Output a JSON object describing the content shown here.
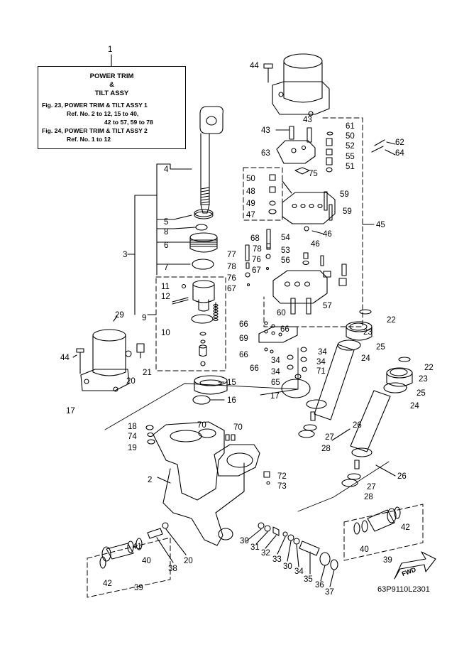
{
  "info_box": {
    "callout": "1",
    "title_line1": "POWER TRIM",
    "title_line2": "&",
    "title_line3": "TILT ASSY",
    "ref_lines": [
      "Fig. 23, POWER TRIM & TILT ASSY 1",
      "Ref. No. 2 to 12, 15 to 40,",
      "42 to 57, 59 to 78",
      "Fig. 24, POWER TRIM & TILT ASSY 2",
      "Ref. No. 1 to 12"
    ]
  },
  "diagram_code": "63P9110L2301",
  "fwd_label": "FWD",
  "part_labels": [
    {
      "id": "44a",
      "text": "44"
    },
    {
      "id": "43a",
      "text": "43"
    },
    {
      "id": "43b",
      "text": "43"
    },
    {
      "id": "63",
      "text": "63"
    },
    {
      "id": "75",
      "text": "75"
    },
    {
      "id": "61",
      "text": "61"
    },
    {
      "id": "50a",
      "text": "50"
    },
    {
      "id": "52",
      "text": "52"
    },
    {
      "id": "55",
      "text": "55"
    },
    {
      "id": "51",
      "text": "51"
    },
    {
      "id": "62",
      "text": "62"
    },
    {
      "id": "64",
      "text": "64"
    },
    {
      "id": "50b",
      "text": "50"
    },
    {
      "id": "48",
      "text": "48"
    },
    {
      "id": "49",
      "text": "49"
    },
    {
      "id": "47",
      "text": "47"
    },
    {
      "id": "59a",
      "text": "59"
    },
    {
      "id": "59b",
      "text": "59"
    },
    {
      "id": "46a",
      "text": "46"
    },
    {
      "id": "46b",
      "text": "46"
    },
    {
      "id": "45",
      "text": "45"
    },
    {
      "id": "54",
      "text": "54"
    },
    {
      "id": "68",
      "text": "68"
    },
    {
      "id": "53",
      "text": "53"
    },
    {
      "id": "78a",
      "text": "78"
    },
    {
      "id": "77",
      "text": "77"
    },
    {
      "id": "76a",
      "text": "76"
    },
    {
      "id": "56",
      "text": "56"
    },
    {
      "id": "78b",
      "text": "78"
    },
    {
      "id": "67a",
      "text": "67"
    },
    {
      "id": "76b",
      "text": "76"
    },
    {
      "id": "67b",
      "text": "67"
    },
    {
      "id": "57",
      "text": "57"
    },
    {
      "id": "60",
      "text": "60"
    },
    {
      "id": "66a",
      "text": "66"
    },
    {
      "id": "66b",
      "text": "66"
    },
    {
      "id": "69",
      "text": "69"
    },
    {
      "id": "66c",
      "text": "66"
    },
    {
      "id": "66d",
      "text": "66"
    },
    {
      "id": "34a",
      "text": "34"
    },
    {
      "id": "34b",
      "text": "34"
    },
    {
      "id": "34c",
      "text": "34"
    },
    {
      "id": "34d",
      "text": "34"
    },
    {
      "id": "71",
      "text": "71"
    },
    {
      "id": "65",
      "text": "65"
    },
    {
      "id": "17b",
      "text": "17"
    },
    {
      "id": "22a",
      "text": "22"
    },
    {
      "id": "23a",
      "text": "23"
    },
    {
      "id": "25a",
      "text": "25"
    },
    {
      "id": "24a",
      "text": "24"
    },
    {
      "id": "22b",
      "text": "22"
    },
    {
      "id": "23b",
      "text": "23"
    },
    {
      "id": "25b",
      "text": "25"
    },
    {
      "id": "24b",
      "text": "24"
    },
    {
      "id": "26a",
      "text": "26"
    },
    {
      "id": "27a",
      "text": "27"
    },
    {
      "id": "28a",
      "text": "28"
    },
    {
      "id": "26b",
      "text": "26"
    },
    {
      "id": "27b",
      "text": "27"
    },
    {
      "id": "28b",
      "text": "28"
    },
    {
      "id": "4",
      "text": "4"
    },
    {
      "id": "3",
      "text": "3"
    },
    {
      "id": "5",
      "text": "5"
    },
    {
      "id": "8",
      "text": "8"
    },
    {
      "id": "6",
      "text": "6"
    },
    {
      "id": "7",
      "text": "7"
    },
    {
      "id": "11",
      "text": "11"
    },
    {
      "id": "12",
      "text": "12"
    },
    {
      "id": "9",
      "text": "9"
    },
    {
      "id": "10",
      "text": "10"
    },
    {
      "id": "29",
      "text": "29"
    },
    {
      "id": "44b",
      "text": "44"
    },
    {
      "id": "20a",
      "text": "20"
    },
    {
      "id": "21",
      "text": "21"
    },
    {
      "id": "15",
      "text": "15"
    },
    {
      "id": "16",
      "text": "16"
    },
    {
      "id": "17a",
      "text": "17"
    },
    {
      "id": "18",
      "text": "18"
    },
    {
      "id": "74",
      "text": "74"
    },
    {
      "id": "19",
      "text": "19"
    },
    {
      "id": "70a",
      "text": "70"
    },
    {
      "id": "70b",
      "text": "70"
    },
    {
      "id": "72",
      "text": "72"
    },
    {
      "id": "73",
      "text": "73"
    },
    {
      "id": "2",
      "text": "2"
    },
    {
      "id": "30a",
      "text": "30"
    },
    {
      "id": "31",
      "text": "31"
    },
    {
      "id": "32",
      "text": "32"
    },
    {
      "id": "33",
      "text": "33"
    },
    {
      "id": "30b",
      "text": "30"
    },
    {
      "id": "34e",
      "text": "34"
    },
    {
      "id": "35",
      "text": "35"
    },
    {
      "id": "36",
      "text": "36"
    },
    {
      "id": "37",
      "text": "37"
    },
    {
      "id": "38",
      "text": "38"
    },
    {
      "id": "20b",
      "text": "20"
    },
    {
      "id": "40a",
      "text": "40"
    },
    {
      "id": "41",
      "text": "41"
    },
    {
      "id": "42a",
      "text": "42"
    },
    {
      "id": "39a",
      "text": "39"
    },
    {
      "id": "42b",
      "text": "42"
    },
    {
      "id": "40b",
      "text": "40"
    },
    {
      "id": "39b",
      "text": "39"
    }
  ]
}
